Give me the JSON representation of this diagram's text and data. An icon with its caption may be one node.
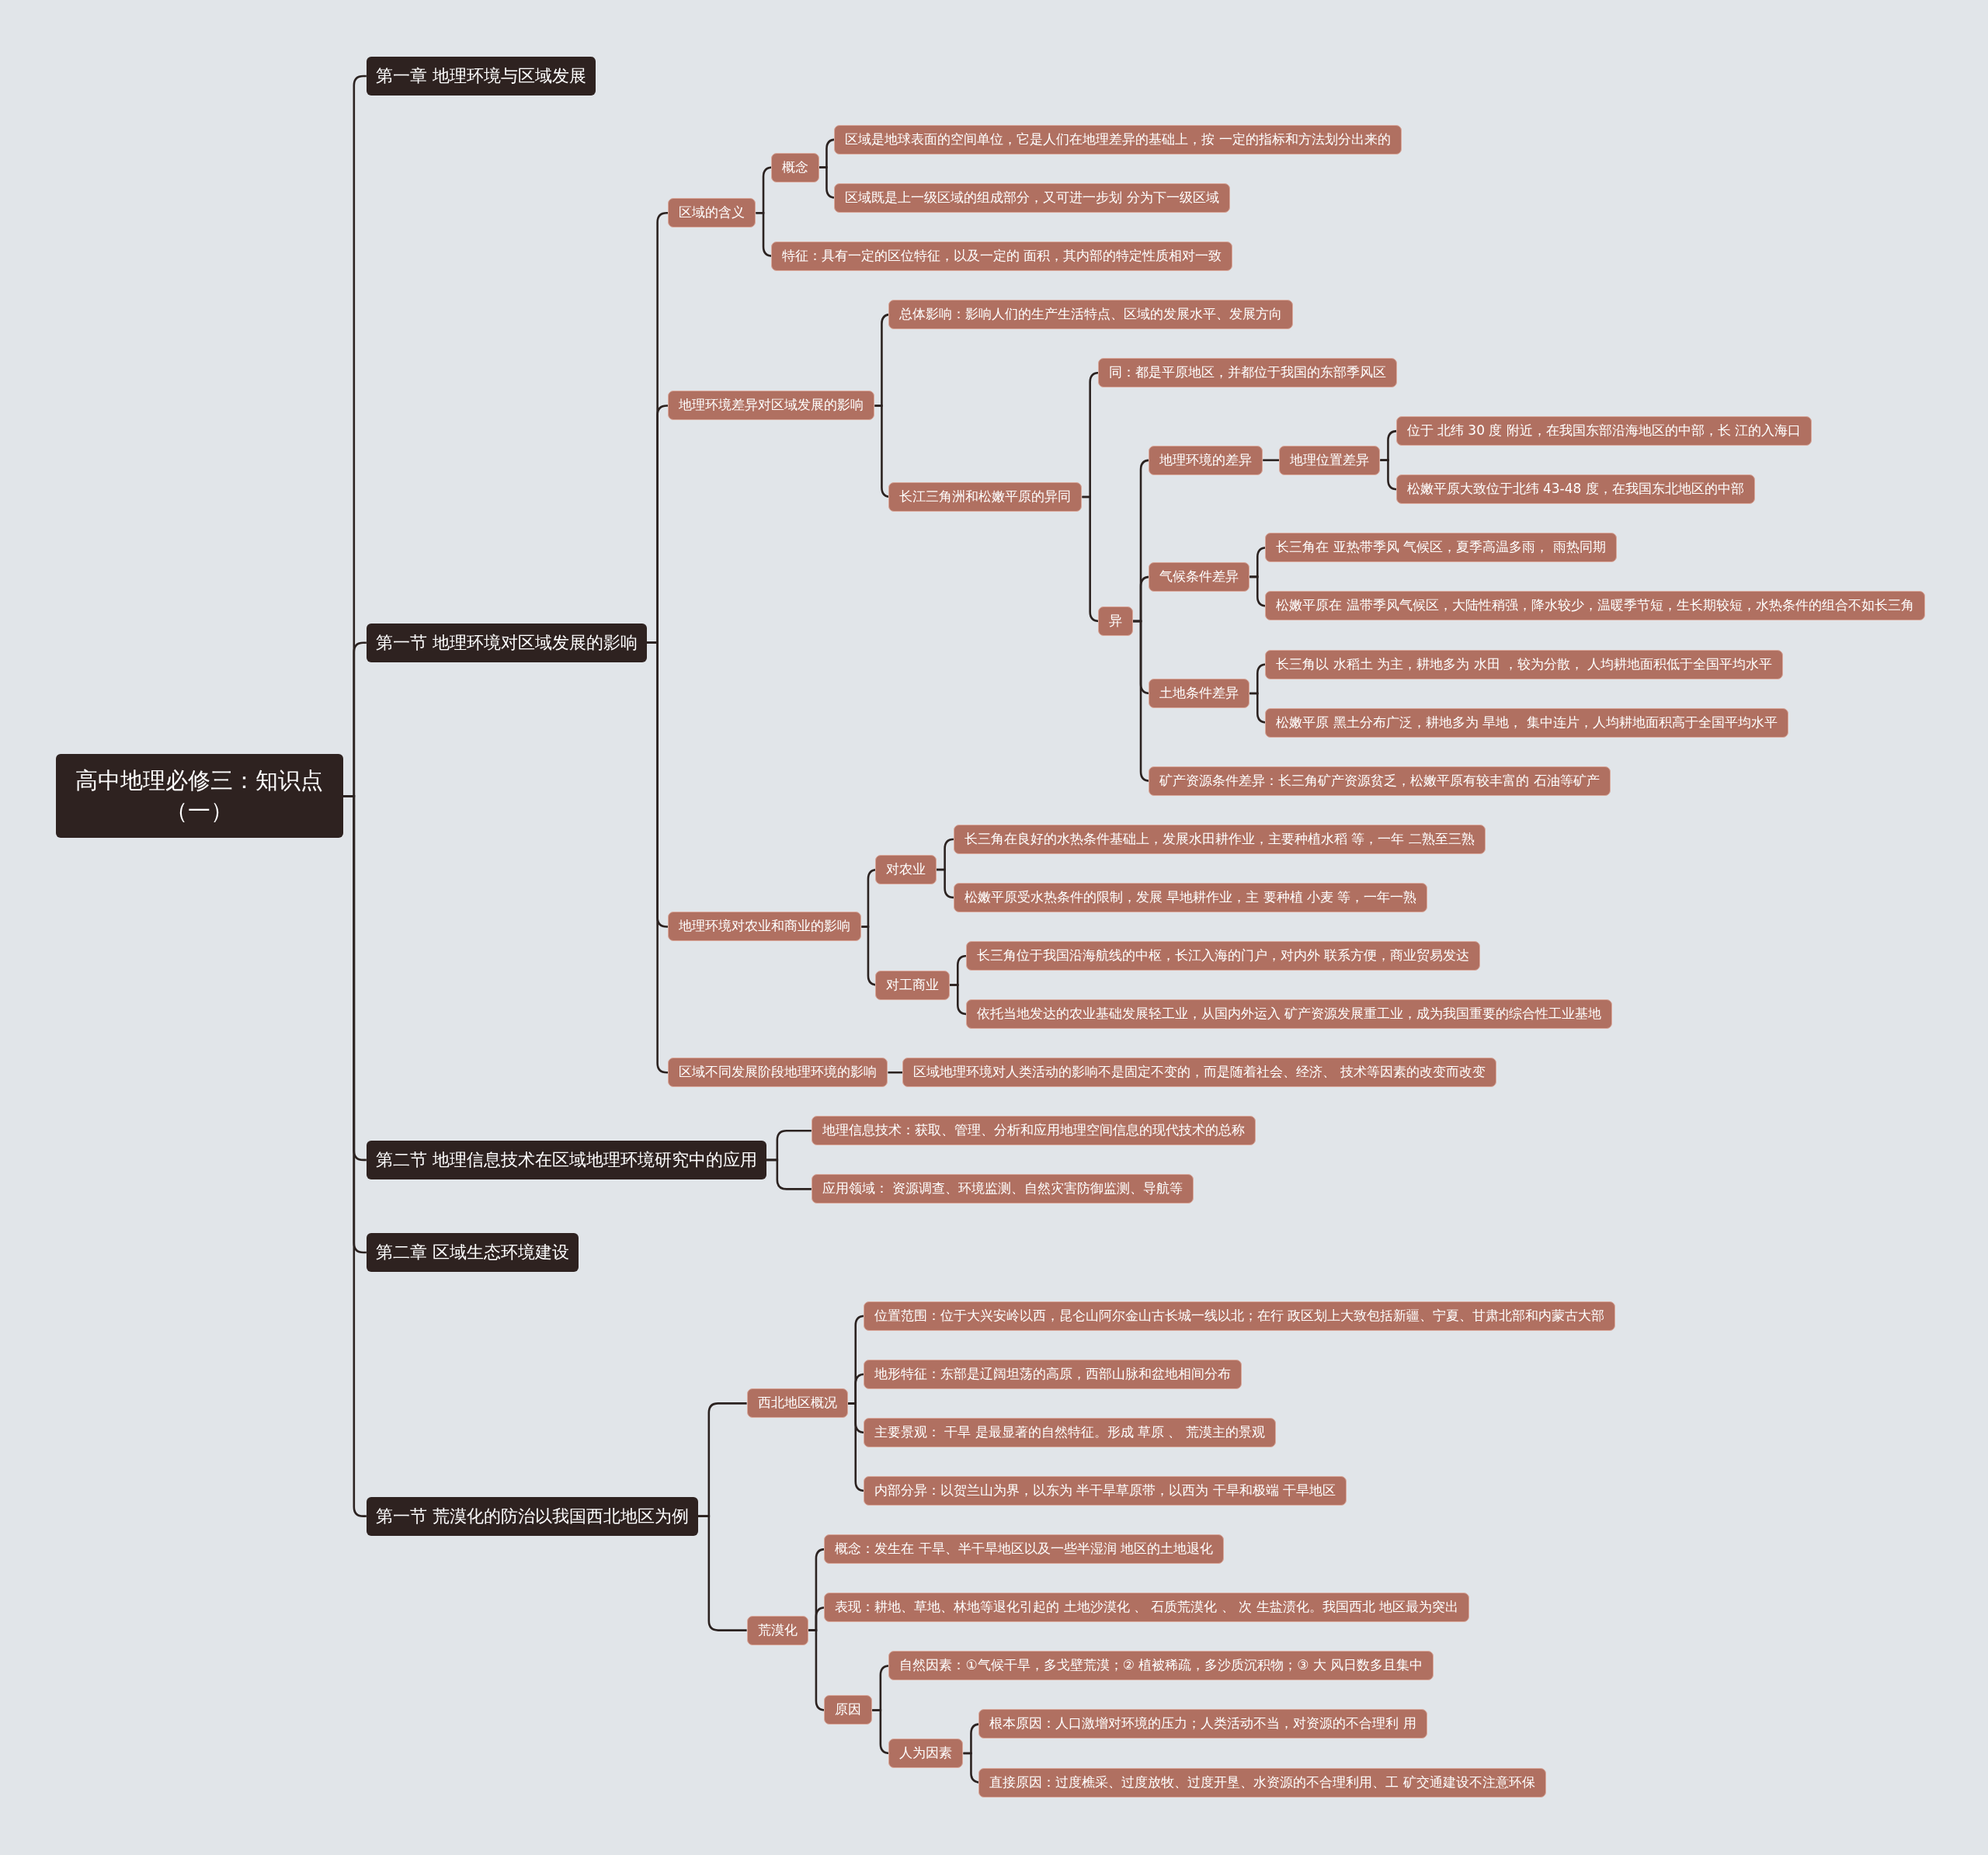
{
  "diagram": {
    "nodes": [
      {
        "text": [
          "高中地理必修三：知识点（一）"
        ]
      },
      {
        "text": [
          "第一章 地理环境与区域发展"
        ]
      },
      {
        "text": [
          "第一节 地理环境对区域发展的影响"
        ]
      },
      {
        "text": [
          "区域的含义"
        ]
      },
      {
        "text": [
          "概念"
        ]
      },
      {
        "text": [
          "区域是地球表面的空间单位，它是人们在地理差异的基础上，按 一定的指标和方法划分出来的"
        ]
      },
      {
        "text": [
          "区域既是上一级区域的组成部分，又可进一步划 分为下一级区域"
        ]
      },
      {
        "text": [
          "特征：具有一定的区位特征，以及一定的 面积，其内部的特定性质相对一致"
        ]
      },
      {
        "text": [
          "地理环境差异对区域发展的影响"
        ]
      },
      {
        "text": [
          "总体影响：影响人们的生产生活特点、区域的发展水平、发展方向"
        ]
      },
      {
        "text": [
          "长江三角洲和松嫩平原的异同"
        ]
      },
      {
        "text": [
          "同：都是平原地区，并都位于我国的东部季风区"
        ]
      },
      {
        "text": [
          "异"
        ]
      },
      {
        "text": [
          "地理环境的差异"
        ]
      },
      {
        "text": [
          "地理位置差异"
        ]
      },
      {
        "text": [
          "位于 北纬 30 度 附近，在我国东部沿海地区的中部，长 江的入海口"
        ]
      },
      {
        "text": [
          "松嫩平原大致位于北纬 43-48 度，在我国东北地区的中部"
        ]
      },
      {
        "text": [
          "气候条件差异"
        ]
      },
      {
        "text": [
          "长三角在 亚热带季风 气候区，夏季高温多雨， 雨热同期"
        ]
      },
      {
        "text": [
          "松嫩平原在 温带季风气候区，大陆性稍强，降水较少，温暖季节短，生长期较短，水热条件的组合不如长三角"
        ]
      },
      {
        "text": [
          "土地条件差异"
        ]
      },
      {
        "text": [
          "长三角以 水稻土 为主，耕地多为 水田 ，较为分散， 人均耕地面积低于全国平均水平"
        ]
      },
      {
        "text": [
          "松嫩平原 黑土分布广泛，耕地多为 旱地， 集中连片，人均耕地面积高于全国平均水平"
        ]
      },
      {
        "text": [
          "矿产资源条件差异：长三角矿产资源贫乏，松嫩平原有较丰富的 石油等矿产"
        ]
      },
      {
        "text": [
          "地理环境对农业和商业的影响"
        ]
      },
      {
        "text": [
          "对农业"
        ]
      },
      {
        "text": [
          "长三角在良好的水热条件基础上，发展水田耕作业，主要种植水稻 等，一年 二熟至三熟"
        ]
      },
      {
        "text": [
          "松嫩平原受水热条件的限制，发展 旱地耕作业，主 要种植 小麦 等，一年一熟"
        ]
      },
      {
        "text": [
          "对工商业"
        ]
      },
      {
        "text": [
          "长三角位于我国沿海航线的中枢，长江入海的门户，对内外 联系方便，商业贸易发达"
        ]
      },
      {
        "text": [
          "依托当地发达的农业基础发展轻工业，从国内外运入 矿产资源发展重工业，成为我国重要的综合性工业基地"
        ]
      },
      {
        "text": [
          "区域不同发展阶段地理环境的影响"
        ]
      },
      {
        "text": [
          "区域地理环境对人类活动的影响不是固定不变的，而是随着社会、经济、 技术等因素的改变而改变"
        ]
      },
      {
        "text": [
          "第二节 地理信息技术在区域地理环境研究中的应用"
        ]
      },
      {
        "text": [
          "地理信息技术：获取、管理、分析和应用地理空间信息的现代技术的总称"
        ]
      },
      {
        "text": [
          "应用领域： 资源调查、环境监测、自然灾害防御监测、导航等"
        ]
      },
      {
        "text": [
          "第二章 区域生态环境建设"
        ]
      },
      {
        "text": [
          "第一节 荒漠化的防治以我国西北地区为例"
        ]
      },
      {
        "text": [
          "西北地区概况"
        ]
      },
      {
        "text": [
          "位置范围：位于大兴安岭以西，昆仑山阿尔金山古长城一线以北；在行 政区划上大致包括新疆、宁夏、甘肃北部和内蒙古大部"
        ]
      },
      {
        "text": [
          "地形特征：东部是辽阔坦荡的高原，西部山脉和盆地相间分布"
        ]
      },
      {
        "text": [
          "主要景观： 干旱 是最显著的自然特征。形成 草原 、 荒漠主的景观"
        ]
      },
      {
        "text": [
          "内部分异：以贺兰山为界，以东为 半干旱草原带，以西为 干旱和极端 干旱地区"
        ]
      },
      {
        "text": [
          "荒漠化"
        ]
      },
      {
        "text": [
          "概念：发生在 干旱、半干旱地区以及一些半湿润 地区的土地退化"
        ]
      },
      {
        "text": [
          "表现：耕地、草地、林地等退化引起的 土地沙漠化 、 石质荒漠化 、 次 生盐渍化。我国西北 地区最为突出"
        ]
      },
      {
        "text": [
          "原因"
        ]
      },
      {
        "text": [
          "自然因素：①气候干旱，多戈壁荒漠；② 植被稀疏，多沙质沉积物；③ 大 风日数多且集中"
        ]
      },
      {
        "text": [
          "人为因素"
        ]
      },
      {
        "text": [
          "根本原因：人口激增对环境的压力；人类活动不当，对资源的不合理利 用"
        ]
      },
      {
        "text": [
          "直接原因：过度樵采、过度放牧、过度开垦、水资源的不合理利用、工 矿交通建设不注意环保"
        ]
      }
    ],
    "edges": [
      {
        "from": 0,
        "to": 1,
        "arrow": "none"
      },
      {
        "from": 0,
        "to": 2,
        "arrow": "none"
      },
      {
        "from": 2,
        "to": 3,
        "arrow": "none"
      },
      {
        "from": 3,
        "to": 4,
        "arrow": "none"
      },
      {
        "from": 4,
        "to": 5,
        "arrow": "none"
      },
      {
        "from": 4,
        "to": 6,
        "arrow": "none"
      },
      {
        "from": 3,
        "to": 7,
        "arrow": "none"
      },
      {
        "from": 2,
        "to": 8,
        "arrow": "none"
      },
      {
        "from": 8,
        "to": 9,
        "arrow": "none"
      },
      {
        "from": 8,
        "to": 10,
        "arrow": "none"
      },
      {
        "from": 10,
        "to": 11,
        "arrow": "none"
      },
      {
        "from": 10,
        "to": 12,
        "arrow": "none"
      },
      {
        "from": 12,
        "to": 13,
        "arrow": "none"
      },
      {
        "from": 13,
        "to": 14,
        "arrow": "none"
      },
      {
        "from": 14,
        "to": 15,
        "arrow": "none"
      },
      {
        "from": 14,
        "to": 16,
        "arrow": "none"
      },
      {
        "from": 12,
        "to": 17,
        "arrow": "none"
      },
      {
        "from": 17,
        "to": 18,
        "arrow": "none"
      },
      {
        "from": 17,
        "to": 19,
        "arrow": "none"
      },
      {
        "from": 12,
        "to": 20,
        "arrow": "none"
      },
      {
        "from": 20,
        "to": 21,
        "arrow": "none"
      },
      {
        "from": 20,
        "to": 22,
        "arrow": "none"
      },
      {
        "from": 12,
        "to": 23,
        "arrow": "none"
      },
      {
        "from": 2,
        "to": 24,
        "arrow": "none"
      },
      {
        "from": 24,
        "to": 25,
        "arrow": "none"
      },
      {
        "from": 25,
        "to": 26,
        "arrow": "none"
      },
      {
        "from": 25,
        "to": 27,
        "arrow": "none"
      },
      {
        "from": 24,
        "to": 28,
        "arrow": "none"
      },
      {
        "from": 28,
        "to": 29,
        "arrow": "none"
      },
      {
        "from": 28,
        "to": 30,
        "arrow": "none"
      },
      {
        "from": 2,
        "to": 31,
        "arrow": "none"
      },
      {
        "from": 31,
        "to": 32,
        "arrow": "none"
      },
      {
        "from": 0,
        "to": 33,
        "arrow": "none"
      },
      {
        "from": 33,
        "to": 34,
        "arrow": "none"
      },
      {
        "from": 33,
        "to": 35,
        "arrow": "none"
      },
      {
        "from": 0,
        "to": 36,
        "arrow": "none"
      },
      {
        "from": 0,
        "to": 37,
        "arrow": "none"
      },
      {
        "from": 37,
        "to": 38,
        "arrow": "none"
      },
      {
        "from": 38,
        "to": 39,
        "arrow": "none"
      },
      {
        "from": 38,
        "to": 40,
        "arrow": "none"
      },
      {
        "from": 38,
        "to": 41,
        "arrow": "none"
      },
      {
        "from": 38,
        "to": 42,
        "arrow": "none"
      },
      {
        "from": 37,
        "to": 43,
        "arrow": "none"
      },
      {
        "from": 43,
        "to": 44,
        "arrow": "none"
      },
      {
        "from": 43,
        "to": 45,
        "arrow": "none"
      },
      {
        "from": 43,
        "to": 46,
        "arrow": "none"
      },
      {
        "from": 46,
        "to": 47,
        "arrow": "none"
      },
      {
        "from": 46,
        "to": 48,
        "arrow": "none"
      },
      {
        "from": 48,
        "to": 49,
        "arrow": "none"
      },
      {
        "from": 48,
        "to": 50,
        "arrow": "none"
      }
    ]
  }
}
